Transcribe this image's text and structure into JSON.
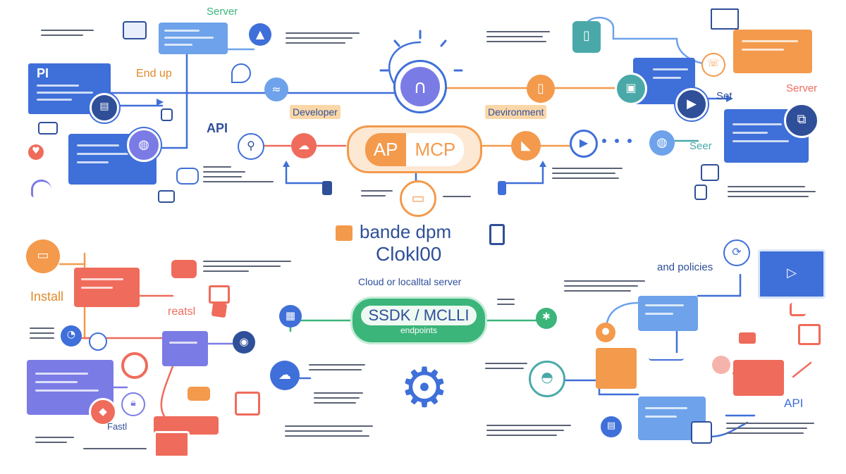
{
  "labels": {
    "server_top": "Server",
    "pi": "PI",
    "end_up": "End up",
    "developer": "Developer",
    "api_left": "API",
    "development": "Devironment",
    "set": "Set",
    "server_right": "Server",
    "seer": "Seer",
    "install": "Install",
    "reatsl": "reatsl",
    "fastl": "Fastl",
    "and_policies": "and policies",
    "api_right": "API"
  },
  "center": {
    "pill_left": "AP",
    "pill_right": "MCP",
    "brand_line1": "bande dpm",
    "brand_line2": "Clokl00",
    "subtitle": "Cloud or localltal server",
    "sdk_line1": "SSDK / MCLLI",
    "sdk_line2": "endpoints"
  },
  "colors": {
    "blue": "#3f6fd8",
    "light_blue": "#6ea2ea",
    "purple": "#7b7be6",
    "orange": "#f39a4c",
    "coral": "#ef6b5b",
    "green": "#3bb57a",
    "teal": "#4aa9a8",
    "navy": "#2f4f99",
    "gold": "#e08a2c"
  }
}
